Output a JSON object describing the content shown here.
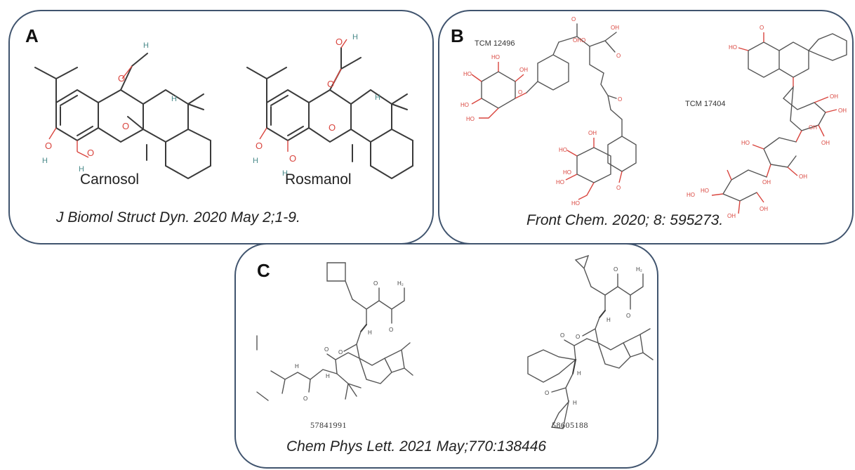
{
  "panel_a": {
    "label": "A",
    "compounds": [
      "Carnosol",
      "Rosmanol"
    ],
    "citation": "J Biomol Struct Dyn. 2020 May 2;1-9."
  },
  "panel_b": {
    "label": "B",
    "compounds": [
      "TCM 12496",
      "TCM 17404"
    ],
    "citation": "Front Chem. 2020; 8: 595273."
  },
  "panel_c": {
    "label": "C",
    "compounds": [
      "57841991",
      "58605188"
    ],
    "citation": "Chem Phys Lett. 2021 May;770:138446"
  },
  "colors": {
    "border": "#40546e",
    "oxygen": "#d9453e",
    "hydrogen": "#4a8a8a"
  }
}
